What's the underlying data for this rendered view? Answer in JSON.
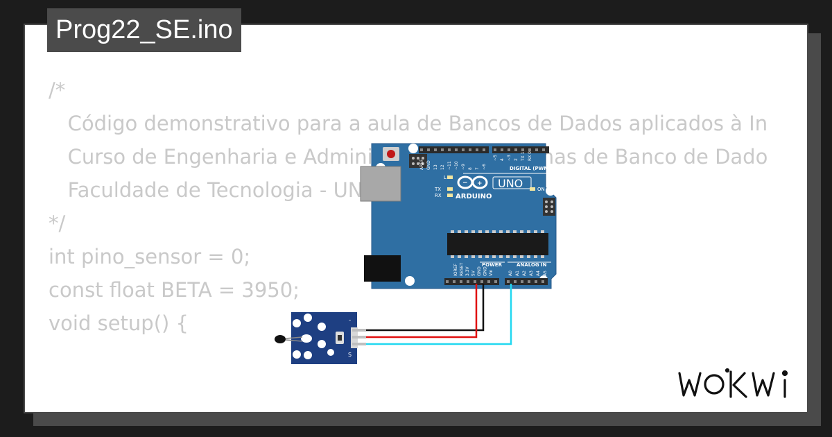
{
  "project": {
    "filename": "Prog22_SE.ino"
  },
  "code_lines": [
    "/*",
    "   Código demonstrativo para a aula de Bancos de Dados aplicados à In",
    "   Curso de Engenharia e Administração de Sistemas de Banco de Dado",
    "   Faculdade de Tecnologia - UNICAMP",
    "*/",
    "",
    "int pino_sensor = 0;",
    "const float BETA = 3950;",
    "",
    "void setup() {"
  ],
  "board": {
    "model": "UNO",
    "brand": "ARDUINO",
    "digital_label": "DIGITAL (PWM ~)",
    "power_label": "POWER",
    "analog_label": "ANALOG IN",
    "on_label": "ON",
    "led_labels": [
      "L",
      "TX",
      "RX"
    ],
    "header_top": [
      "AREF",
      "GND",
      "13",
      "12",
      "~11",
      "~10",
      "~9",
      "8",
      "7",
      "~6",
      "~5",
      "4",
      "~3",
      "2",
      "TX 1",
      "RX 0"
    ],
    "power_pins": [
      "IOREF",
      "RESET",
      "3.3V",
      "5V",
      "GND",
      "GND",
      "Vin"
    ],
    "analog_pins": [
      "A0",
      "A1",
      "A2",
      "A3",
      "A4",
      "A5"
    ],
    "color": "#2f6fa3"
  },
  "sensor": {
    "type": "NTC temperature sensor module",
    "pin_labels": [
      "-",
      "S"
    ],
    "color": "#1e3f82"
  },
  "wires": [
    {
      "name": "gnd-wire",
      "color": "#111111"
    },
    {
      "name": "vcc-wire",
      "color": "#e01010"
    },
    {
      "name": "signal-wire",
      "color": "#22d8f0"
    }
  ],
  "brand_logo": "WOKWI"
}
